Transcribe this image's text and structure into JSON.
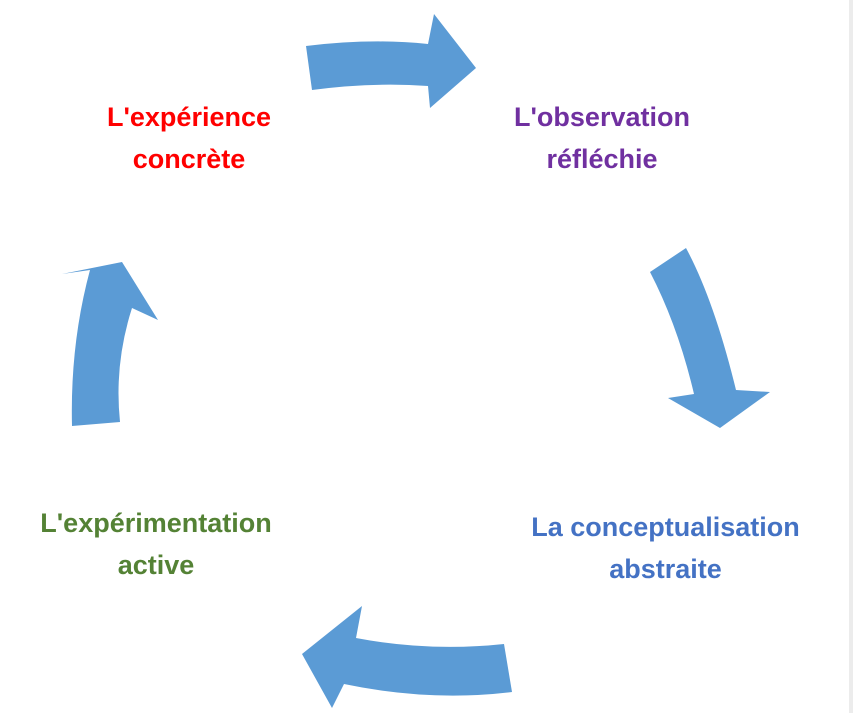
{
  "cycle": {
    "arrow_color": "#5b9bd5",
    "nodes": {
      "experience": {
        "line1": "L'expérience",
        "line2": "concrète",
        "color": "#ff0000"
      },
      "observation": {
        "line1": "L'observation",
        "line2": "réfléchie",
        "color": "#7030a0"
      },
      "conceptual": {
        "line1": "La conceptualisation",
        "line2": "abstraite",
        "color": "#4472c4"
      },
      "experiment": {
        "line1": "L'expérimentation",
        "line2": "active",
        "color": "#548235"
      }
    }
  }
}
